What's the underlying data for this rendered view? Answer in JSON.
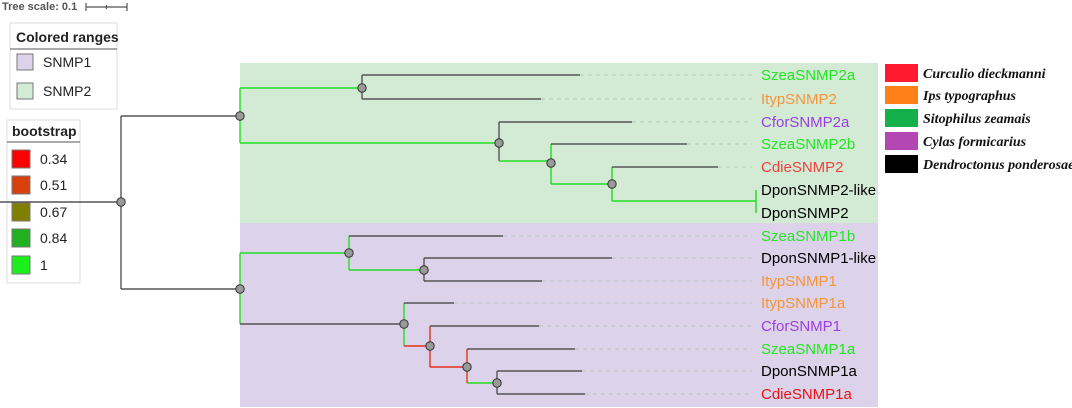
{
  "tree_scale": {
    "label": "Tree scale: 0.1"
  },
  "colored_ranges": {
    "title": "Colored ranges",
    "items": [
      {
        "label": "SNMP1",
        "color": "#dcd3ea"
      },
      {
        "label": "SNMP2",
        "color": "#d3ead4"
      }
    ]
  },
  "bootstrap": {
    "title": "bootstrap",
    "items": [
      {
        "label": "0.34",
        "color": "#ff0000"
      },
      {
        "label": "0.51",
        "color": "#d9410c"
      },
      {
        "label": "0.67",
        "color": "#7f7f00"
      },
      {
        "label": "0.84",
        "color": "#20b020"
      },
      {
        "label": "1",
        "color": "#1cf01c"
      }
    ]
  },
  "species_legend": [
    {
      "label": "Curculio dieckmanni",
      "color": "#ff1a2e"
    },
    {
      "label": "Ips typographus",
      "color": "#ff7f19"
    },
    {
      "label": "Sitophilus zeamais",
      "color": "#13b04b"
    },
    {
      "label": "Cylas formicarius",
      "color": "#b347b4"
    },
    {
      "label": "Dendroctonus ponderosae",
      "color": "#000000"
    }
  ],
  "leaves": [
    {
      "label": "SzeaSNMP2a",
      "color": "#22e622"
    },
    {
      "label": "ItypSNMP2",
      "color": "#f5943a"
    },
    {
      "label": "CforSNMP2a",
      "color": "#9b3fe0"
    },
    {
      "label": "SzeaSNMP2b",
      "color": "#22e622"
    },
    {
      "label": "CdieSNMP2",
      "color": "#f04040"
    },
    {
      "label": "DponSNMP2-like",
      "color": "#000000"
    },
    {
      "label": "DponSNMP2",
      "color": "#000000"
    },
    {
      "label": "SzeaSNMP1b",
      "color": "#22e622"
    },
    {
      "label": "DponSNMP1-like",
      "color": "#000000"
    },
    {
      "label": "ItypSNMP1",
      "color": "#f5943a"
    },
    {
      "label": "ItypSNMP1a",
      "color": "#f5943a"
    },
    {
      "label": "CforSNMP1",
      "color": "#9b3fe0"
    },
    {
      "label": "SzeaSNMP1a",
      "color": "#22e622"
    },
    {
      "label": "DponSNMP1a",
      "color": "#000000"
    },
    {
      "label": "CdieSNMP1a",
      "color": "#ee1111"
    }
  ]
}
